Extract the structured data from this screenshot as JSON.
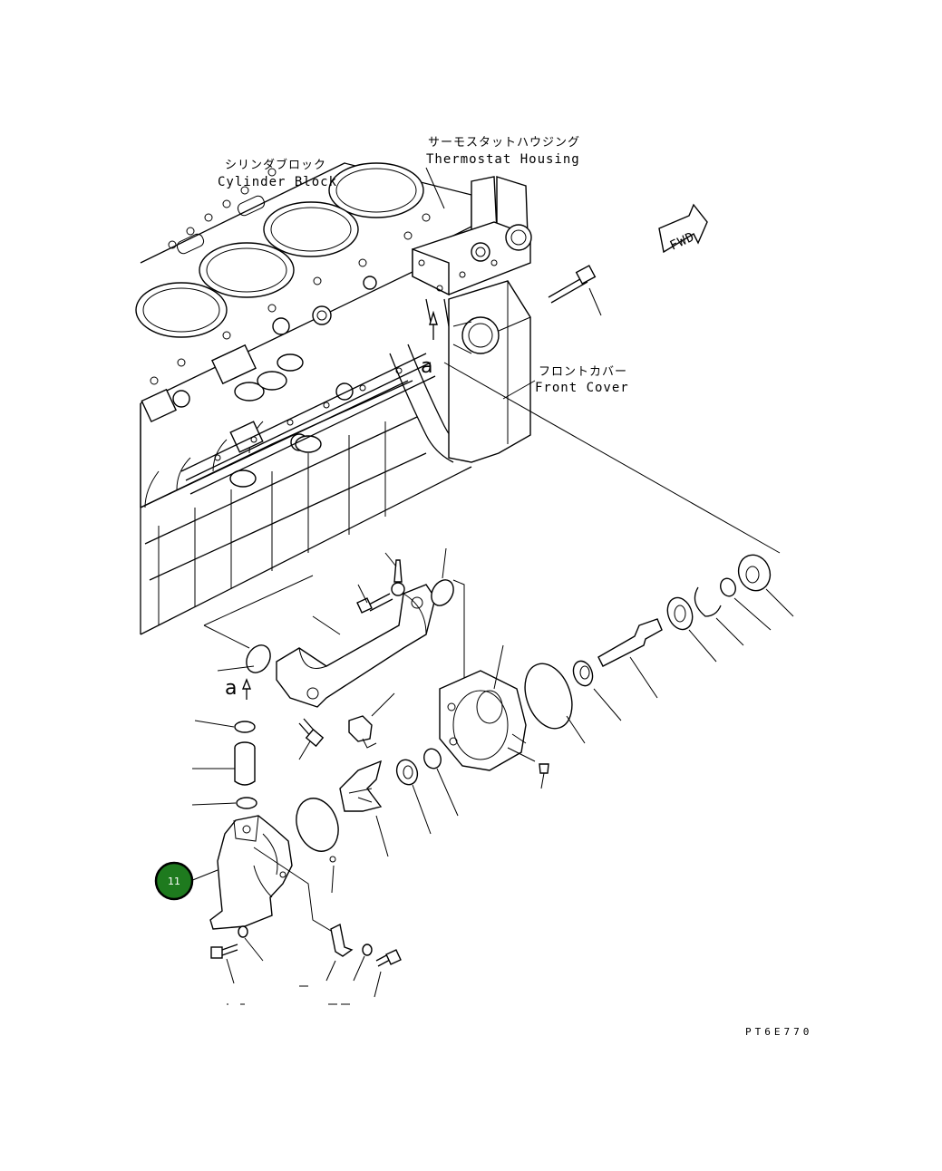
{
  "labels": {
    "cylinder_block_jp": "シリンダブロック",
    "cylinder_block_en": "Cylinder Block",
    "thermostat_jp": "サーモスタットハウジング",
    "thermostat_en": "Thermostat Housing",
    "front_cover_jp": "フロントカバー",
    "front_cover_en": "Front Cover",
    "fwd": "FWD",
    "ref_a_top": "a",
    "ref_a_bottom": "a",
    "drawing_code": "PT6E770"
  },
  "callout": {
    "number": "11",
    "color": "#1e7a1e"
  },
  "colors": {
    "line": "#000000",
    "background": "#ffffff"
  }
}
